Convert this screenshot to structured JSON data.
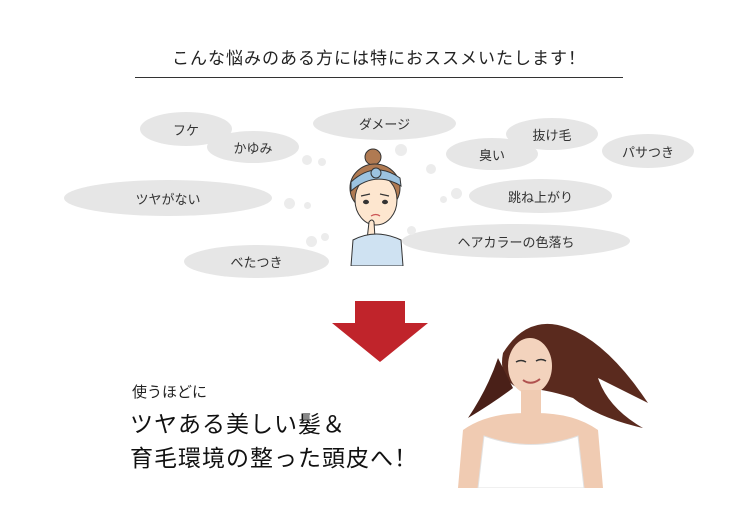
{
  "heading": "こんな悩みのある方には特におススメいたします！",
  "concerns": {
    "fuke": "フケ",
    "kayumi": "かゆみ",
    "tsuya": "ツヤがない",
    "damage": "ダメージ",
    "kusai": "臭い",
    "nukege": "抜け毛",
    "pasa": "パサつき",
    "hane": "跳ね上がり",
    "betatsuki": "べたつき",
    "iroochi": "ヘアカラーの色落ち"
  },
  "sub_text": "使うほどに",
  "headline": {
    "line1": "ツヤある美しい髪＆",
    "line2": "育毛環境の整った頭皮へ！"
  },
  "colors": {
    "arrow": "#c0242b",
    "bubble": "#e6e6e6"
  }
}
